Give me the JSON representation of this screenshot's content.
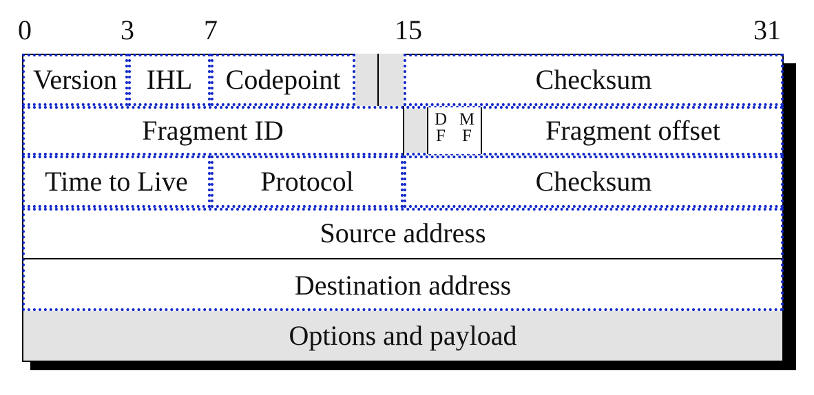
{
  "bit_positions": [
    "0",
    "3",
    "7",
    "15",
    "31"
  ],
  "rows": [
    {
      "fields": [
        {
          "label": "Version"
        },
        {
          "label": "IHL"
        },
        {
          "label": "Codepoint"
        },
        {
          "label": ""
        },
        {
          "label": ""
        },
        {
          "label": "Checksum"
        }
      ]
    },
    {
      "fields": [
        {
          "label": "Fragment ID"
        },
        {
          "label": ""
        },
        {
          "label_top": "D",
          "label_bottom": "F"
        },
        {
          "label_top": "M",
          "label_bottom": "F"
        },
        {
          "label": "Fragment offset"
        }
      ]
    },
    {
      "fields": [
        {
          "label": "Time to Live"
        },
        {
          "label": "Protocol"
        },
        {
          "label": "Checksum"
        }
      ]
    },
    {
      "fields": [
        {
          "label": "Source address"
        }
      ]
    },
    {
      "fields": [
        {
          "label": "Destination address"
        }
      ]
    },
    {
      "fields": [
        {
          "label": "Options and payload"
        }
      ]
    }
  ],
  "colors": {
    "dotted_outline": "#1228c9",
    "reserved_fill": "#e3e3e3",
    "payload_fill": "#e3e3e3",
    "shadow": "#000000"
  }
}
